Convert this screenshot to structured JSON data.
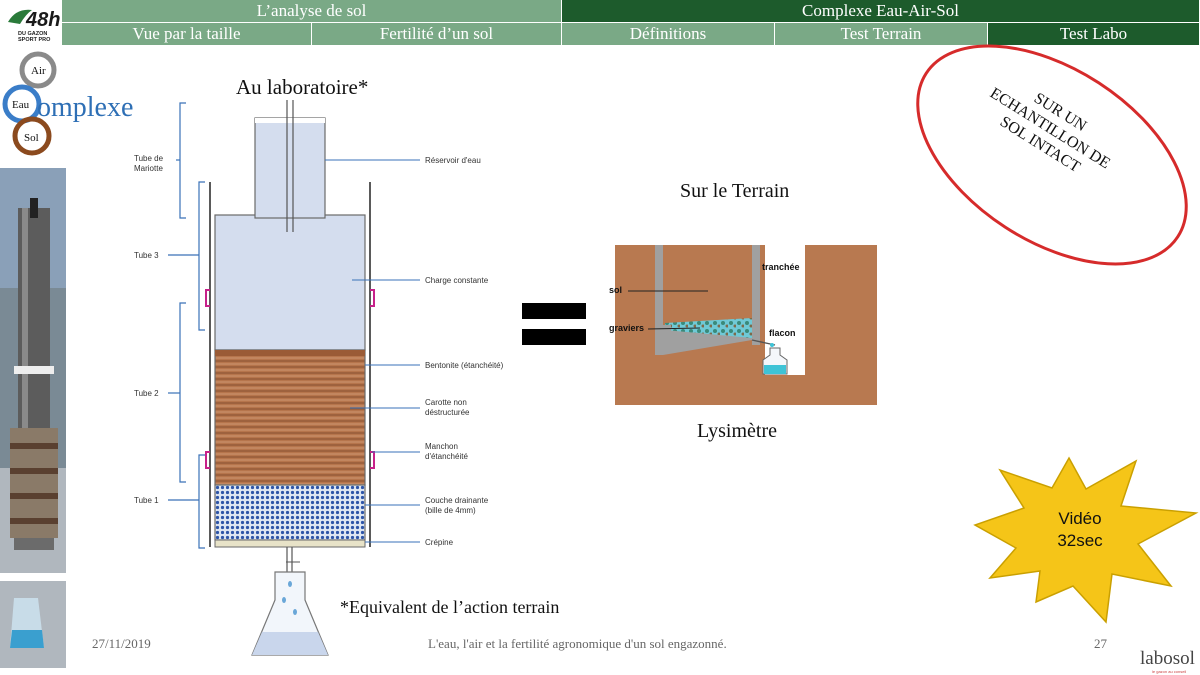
{
  "nav": {
    "row1": [
      {
        "label": "L’analyse  de sol",
        "active": false
      },
      {
        "label": "Complexe Eau-Air-Sol",
        "active": true
      }
    ],
    "row2": [
      {
        "label": "Vue par la taille",
        "active": false
      },
      {
        "label": "Fertilité d’un sol",
        "active": false
      },
      {
        "label": "Définitions",
        "active": false
      },
      {
        "label": "Test Terrain",
        "active": false
      },
      {
        "label": "Test Labo",
        "active": true
      }
    ]
  },
  "logo48": {
    "big": "48h",
    "line1": "DU GAZON",
    "line2": "SPORT PRO"
  },
  "complexe": {
    "air": "Air",
    "eau": "Eau",
    "sol": "Sol",
    "word": "omplexe"
  },
  "lab": {
    "title": "Au laboratoire*",
    "left_labels": {
      "mariotte": [
        "Tube de",
        "Mariotte"
      ],
      "tube3": "Tube 3",
      "tube2": "Tube 2",
      "tube1": "Tube 1"
    },
    "right_labels": {
      "reservoir": "Réservoir d'eau",
      "charge": "Charge constante",
      "bentonite": "Bentonite (étanchéité)",
      "carotte": [
        "Carotte non",
        "déstructurée"
      ],
      "manchon": [
        "Manchon",
        "d'étanchéité"
      ],
      "couche": [
        "Couche drainante",
        "(bille de 4mm)"
      ],
      "crepine": "Crépine"
    },
    "footnote": "*Equivalent  de l’action terrain"
  },
  "terrain": {
    "title": "Sur le Terrain",
    "labels": {
      "sol": "sol",
      "tranchee": "tranchée",
      "graviers": "graviers",
      "flacon": "flacon"
    },
    "caption": "Lysimètre"
  },
  "oval": {
    "lines": [
      "SUR UN",
      "ECHANTILLON DE",
      "SOL INTACT"
    ],
    "color": "#d62b2b"
  },
  "video": {
    "line1": "Vidéo",
    "line2": "32sec",
    "color": "#f5c518"
  },
  "footer": {
    "date": "27/11/2019",
    "title": "L'eau, l'air et la fertilité  agronomique  d'un sol engazonné.",
    "page": "27"
  },
  "brand": {
    "name": "labosol",
    "tagline": "le gazon au conseil"
  },
  "colors": {
    "nav_light": "#7aa986",
    "nav_dark": "#1d5b2c",
    "soil": "#b87950",
    "water": "#d6e0f0"
  }
}
